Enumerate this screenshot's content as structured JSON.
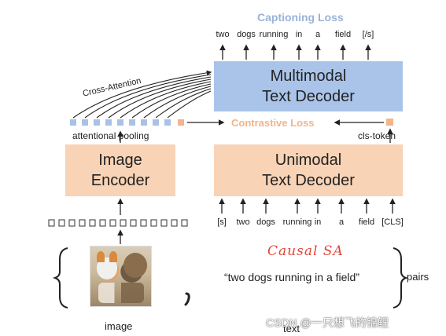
{
  "captioning_loss": "Captioning Loss",
  "caption_tokens": [
    "two",
    "dogs",
    "running",
    "in",
    "a",
    "field",
    "[/s]"
  ],
  "multimodal_decoder": {
    "line1": "Multimodal",
    "line2": "Text Decoder"
  },
  "cross_attention": "Cross-Attention",
  "contrastive_loss": "Contrastive Loss",
  "attentional_pooling": "attentional pooling",
  "cls_token": "cls-token",
  "image_encoder": {
    "line1": "Image",
    "line2": "Encoder"
  },
  "unimodal_decoder": {
    "line1": "Unimodal",
    "line2": "Text Decoder"
  },
  "input_tokens": [
    "[s]",
    "two",
    "dogs",
    "running",
    "in",
    "a",
    "field",
    "[CLS]"
  ],
  "handwritten_note": "Causal SA",
  "text_example": "“two dogs running in a field”",
  "pairs_label": "pairs",
  "image_label": "image",
  "text_label": "text",
  "watermark": "CSDN @一只想飞的锦鲤",
  "colors": {
    "orange_box": "#f8d3b6",
    "blue_box": "#aac4e9",
    "caption_loss": "#9bb2d8",
    "contrastive_loss": "#f2b48a",
    "pool_token": "#a9c1e6",
    "cls_token": "#f2b48a",
    "handwriting": "#e0463a"
  }
}
